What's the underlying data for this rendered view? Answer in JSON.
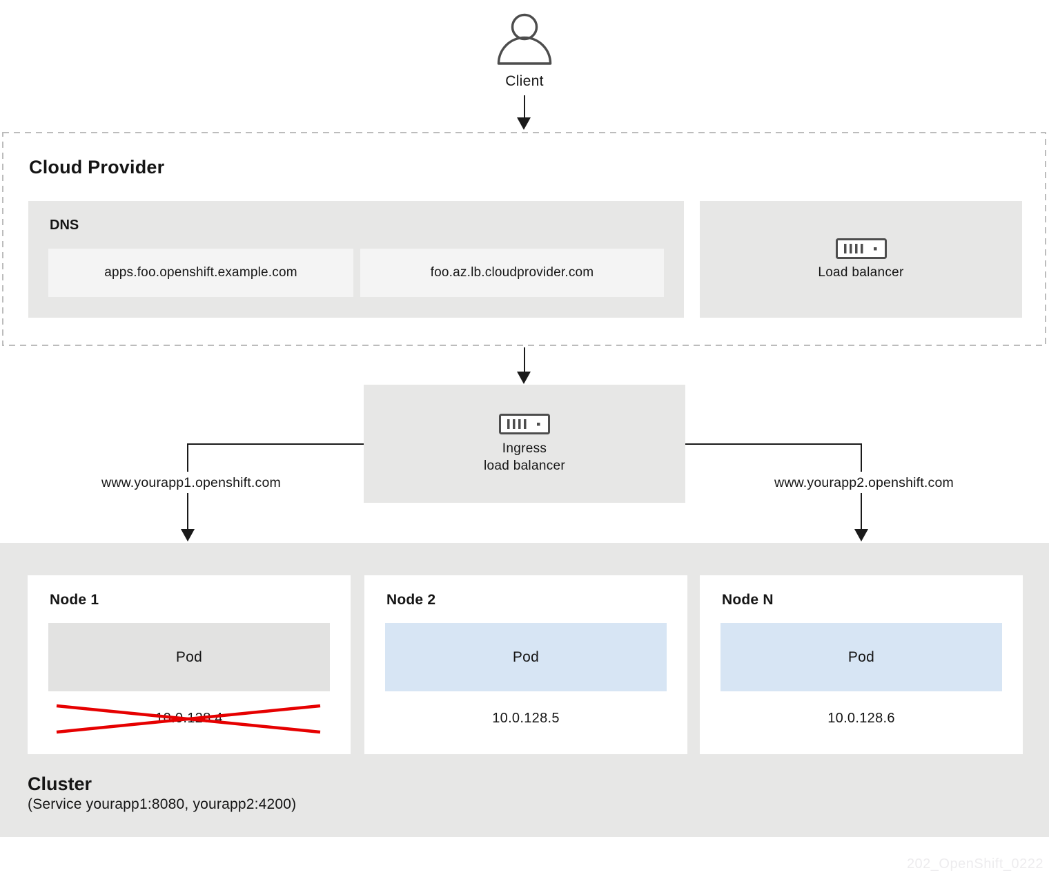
{
  "client": {
    "label": "Client"
  },
  "cloud_provider": {
    "title": "Cloud Provider",
    "dns": {
      "title": "DNS",
      "entries": [
        "apps.foo.openshift.example.com",
        "foo.az.lb.cloudprovider.com"
      ]
    },
    "load_balancer": {
      "label": "Load balancer"
    }
  },
  "ingress": {
    "label_line1": "Ingress",
    "label_line2": "load balancer"
  },
  "routes": {
    "left": "www.yourapp1.openshift.com",
    "right": "www.yourapp2.openshift.com"
  },
  "cluster": {
    "title": "Cluster",
    "subtitle": "(Service yourapp1:8080, yourapp2:4200)",
    "nodes": [
      {
        "name": "Node 1",
        "pod": "Pod",
        "ip": "10.0.128.4",
        "failed": true
      },
      {
        "name": "Node 2",
        "pod": "Pod",
        "ip": "10.0.128.5",
        "failed": false
      },
      {
        "name": "Node N",
        "pod": "Pod",
        "ip": "10.0.128.6",
        "failed": false
      }
    ]
  },
  "watermark": "202_OpenShift_0222",
  "colors": {
    "box_gray": "#e7e7e6",
    "box_light": "#f4f4f4",
    "pod_blue": "#d7e5f4",
    "pod_gray": "#e2e2e1",
    "connector_dark": "#1a1a1a",
    "icon_stroke": "#4d4d4d",
    "failed_red": "#e60000",
    "dashed_border": "#bcbcbc"
  }
}
